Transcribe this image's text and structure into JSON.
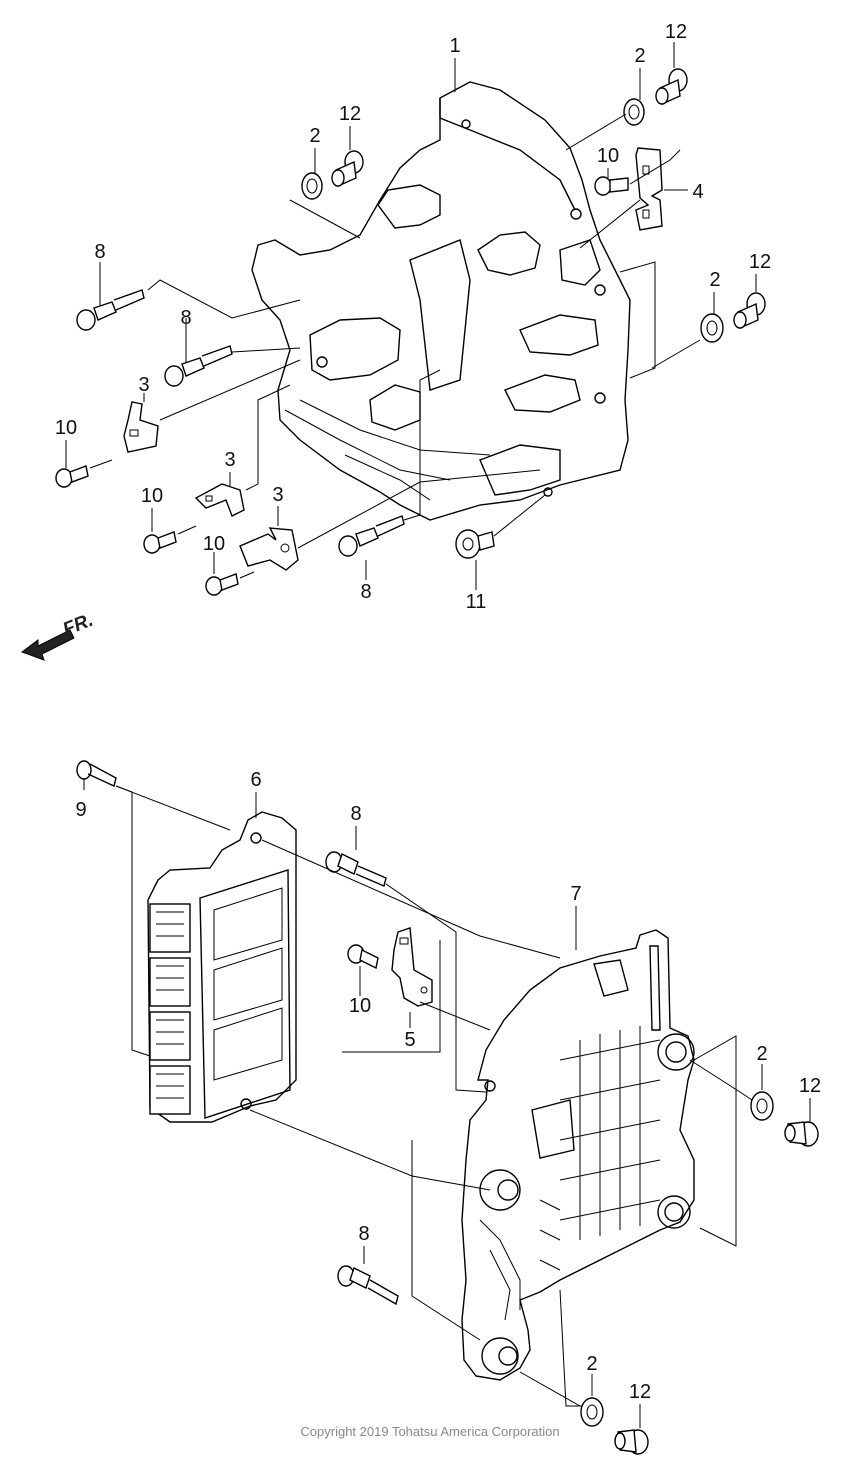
{
  "callouts": {
    "p1": "1",
    "p2": "2",
    "p3": "3",
    "p4": "4",
    "p5": "5",
    "p6": "6",
    "p7": "7",
    "p8": "8",
    "p9": "9",
    "p10": "10",
    "p11": "11",
    "p12": "12"
  },
  "direction_label": "FR.",
  "copyright": "Copyright 2019 Tohatsu America Corporation",
  "colors": {
    "line": "#000000",
    "background": "#ffffff",
    "copyright": "#888888"
  }
}
